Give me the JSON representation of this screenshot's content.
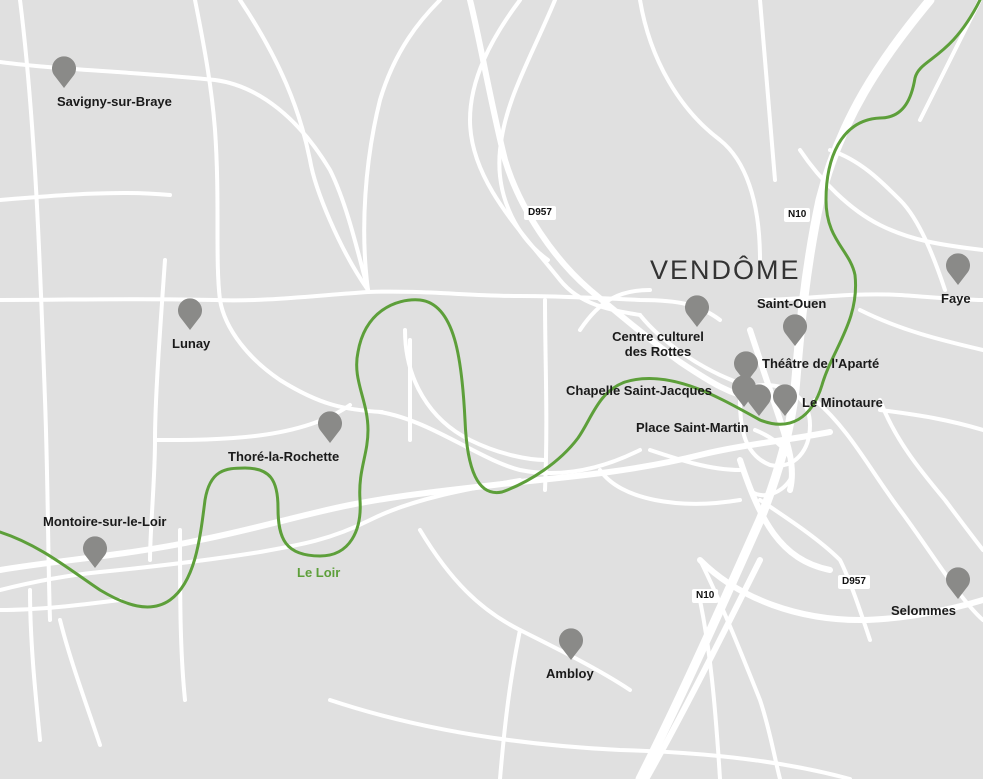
{
  "map": {
    "city": "VENDÔME",
    "river": "Le Loir",
    "colors": {
      "background": "#e0e0e0",
      "road": "#ffffff",
      "river": "#5d9f3a",
      "pin": "#8a8a88"
    },
    "roads": [
      {
        "id": "d957-north",
        "label": "D957"
      },
      {
        "id": "n10-north",
        "label": "N10"
      },
      {
        "id": "n10-south",
        "label": "N10"
      },
      {
        "id": "d957-south",
        "label": "D957"
      }
    ],
    "places": [
      {
        "id": "savigny",
        "label": "Savigny-sur-Braye"
      },
      {
        "id": "lunay",
        "label": "Lunay"
      },
      {
        "id": "thore",
        "label": "Thoré-la-Rochette"
      },
      {
        "id": "montoire",
        "label": "Montoire-sur-le-Loir"
      },
      {
        "id": "ambloy",
        "label": "Ambloy"
      },
      {
        "id": "rottes",
        "label": "Centre culturel des Rottes",
        "line1": "Centre culturel",
        "line2": "des Rottes"
      },
      {
        "id": "saint-ouen",
        "label": "Saint-Ouen"
      },
      {
        "id": "faye",
        "label": "Faye"
      },
      {
        "id": "aparte",
        "label": "Théâtre de l'Aparté"
      },
      {
        "id": "chapelle",
        "label": "Chapelle Saint-Jacques"
      },
      {
        "id": "minotaure",
        "label": "Le Minotaure"
      },
      {
        "id": "place-saint-martin",
        "label": "Place Saint-Martin"
      },
      {
        "id": "selommes",
        "label": "Selommes"
      }
    ]
  }
}
